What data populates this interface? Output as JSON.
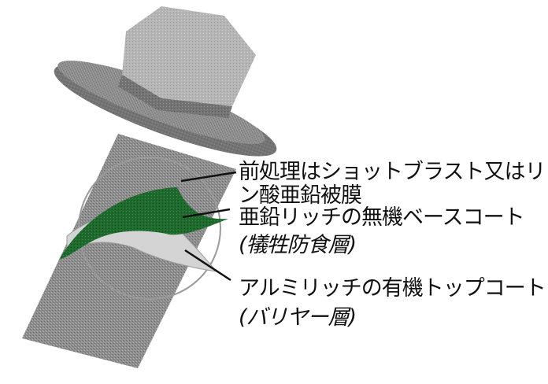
{
  "diagram": {
    "labels": {
      "pretreatment_line1": "前処理はショットブラスト又はリ",
      "pretreatment_line2": "ン酸亜鉛被膜",
      "base_coat_line1": "亜鉛リッチの無機ベースコート",
      "base_coat_line2": "(犠牲防食層)",
      "top_coat_line1": "アルミリッチの有機トップコート",
      "top_coat_line2": "(バリヤー層)"
    },
    "colors": {
      "bolt_gray": "#8e8e8e",
      "bolt_dark": "#6f6f6f",
      "bolt_light": "#b7b7b7",
      "base_coat_green": "#1f6b2e",
      "top_coat_light": "#cfcfcf",
      "leader_line": "#111111",
      "circle": "#9a9a9a"
    }
  }
}
